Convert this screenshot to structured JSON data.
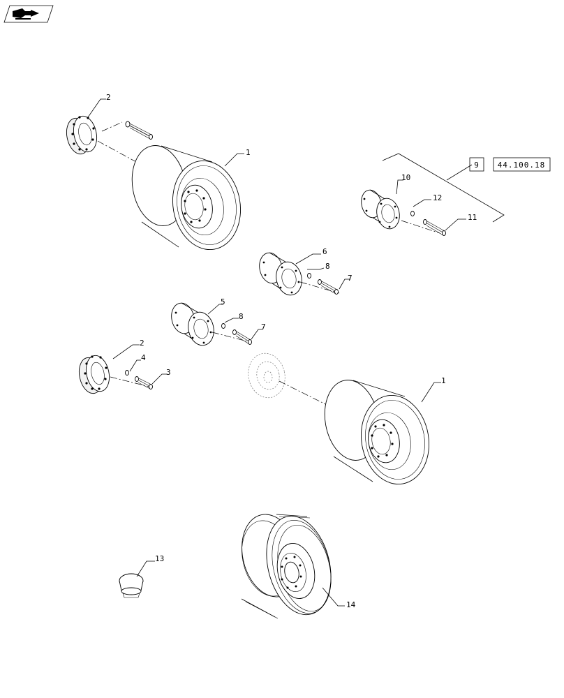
{
  "icons": {
    "nav": "book-arrow-icon"
  },
  "reference": {
    "box_label": "9",
    "section": "44.100.18"
  },
  "callouts": {
    "c1a": "1",
    "c1b": "1",
    "c2a": "2",
    "c2b": "2",
    "c3": "3",
    "c4": "4",
    "c5": "5",
    "c6": "6",
    "c7a": "7",
    "c7b": "7",
    "c8a": "8",
    "c8b": "8",
    "c10": "10",
    "c11": "11",
    "c12": "12",
    "c13": "13",
    "c14": "14"
  }
}
